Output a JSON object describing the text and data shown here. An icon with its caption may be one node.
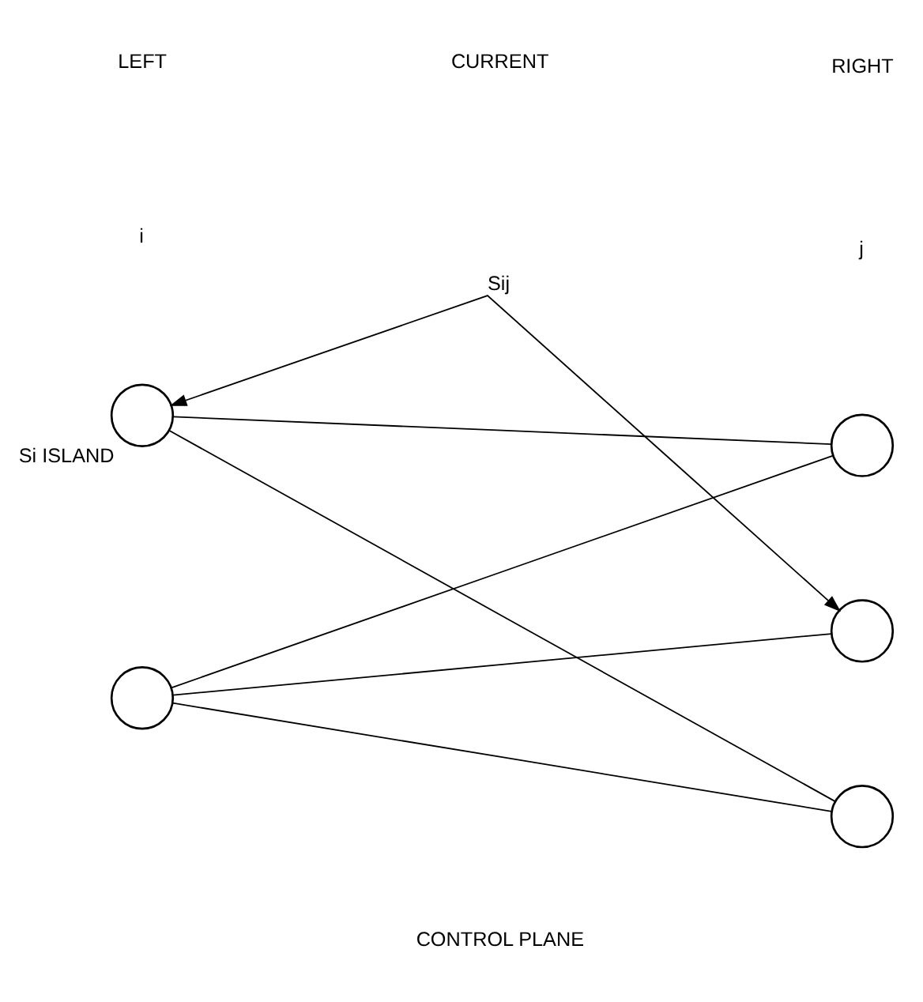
{
  "diagram": {
    "nodes": [
      {
        "text": [],
        "shape": "circle",
        "beside": [
          "Si ISLAND"
        ]
      },
      {
        "text": [],
        "shape": "circle"
      },
      {
        "text": [],
        "shape": "circle"
      },
      {
        "text": [],
        "shape": "circle"
      },
      {
        "text": [],
        "shape": "circle"
      }
    ],
    "edges": [
      {
        "from": 0,
        "to": 1,
        "arrow": "none"
      },
      {
        "from": 0,
        "to": 2,
        "arrow": "both",
        "label": "Sij"
      },
      {
        "from": 0,
        "to": 4,
        "arrow": "none"
      },
      {
        "from": 3,
        "to": 1,
        "arrow": "none"
      },
      {
        "from": 3,
        "to": 2,
        "arrow": "none"
      },
      {
        "from": 3,
        "to": 4,
        "arrow": "none"
      }
    ],
    "labels": [
      "CURRENT",
      "LEFT",
      "i",
      "RIGHT",
      "j",
      "CONTROL PLANE"
    ]
  }
}
